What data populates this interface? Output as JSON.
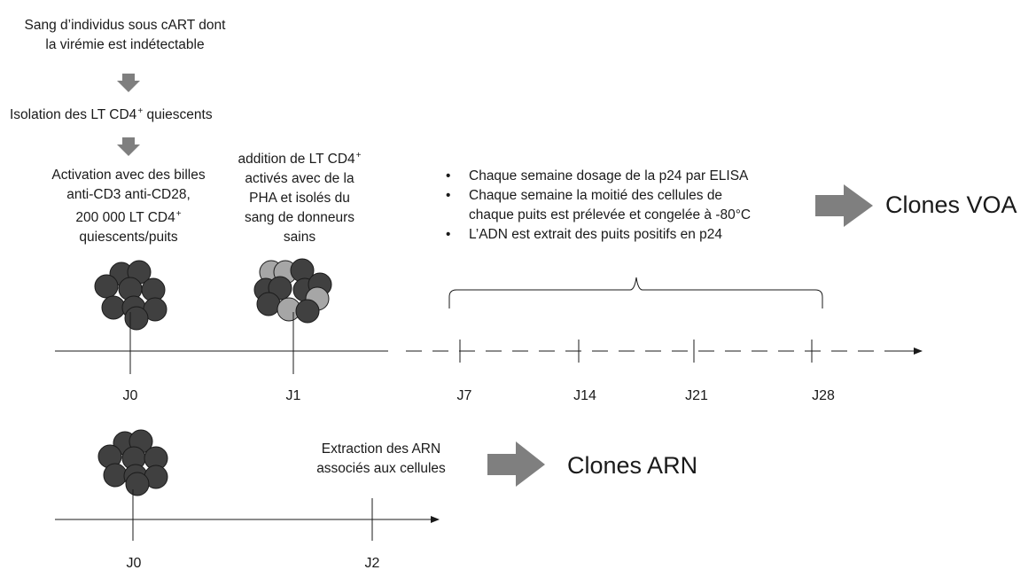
{
  "steps": {
    "blood": {
      "line1": "Sang d’individus sous cART dont",
      "line2": "la virémie est indétectable"
    },
    "isolation": {
      "text": "Isolation des LT CD4",
      "sup": "+",
      "tail": " quiescents"
    },
    "activation": {
      "line1": "Activation avec des billes",
      "line2": "anti-CD3 anti-CD28,",
      "line3": "200 000  LT CD4",
      "line3_sup": "+",
      "line4": "quiescents/puits"
    },
    "addition": {
      "line1": "addition de LT CD4",
      "line1_sup": "+",
      "line2": "activés avec de la",
      "line3": "PHA et isolés du",
      "line4": "sang de donneurs",
      "line5": "sains"
    }
  },
  "bullets": [
    "Chaque semaine dosage de la p24 par ELISA",
    "Chaque semaine la moitié des cellules de",
    "chaque puits est prélevée et congelée à -80°C",
    "L’ADN est extrait des puits positifs en p24"
  ],
  "outputs": {
    "voa": "Clones VOA",
    "arn": "Clones ARN"
  },
  "extraction": {
    "line1": "Extraction des ARN",
    "line2": "associés aux cellules"
  },
  "timeline_top": {
    "ticks": [
      "J0",
      "J1",
      "J7",
      "J14",
      "J21",
      "J28"
    ]
  },
  "timeline_bottom": {
    "ticks": [
      "J0",
      "J2"
    ]
  },
  "colors": {
    "arrow": "#7f7f7f",
    "cell_dark": "#404040",
    "cell_light": "#a6a6a6",
    "line": "#1a1a1a"
  }
}
